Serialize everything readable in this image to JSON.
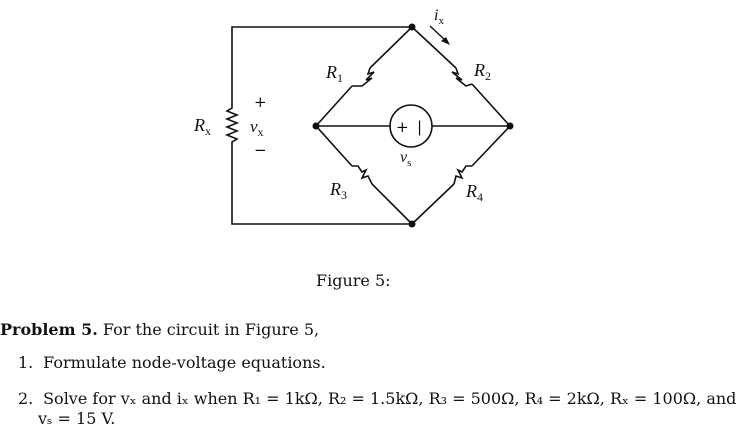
{
  "circuit": {
    "labels": {
      "R1": "R",
      "R1_sub": "1",
      "R2": "R",
      "R2_sub": "2",
      "R3": "R",
      "R3_sub": "3",
      "R4": "R",
      "R4_sub": "4",
      "Rx": "R",
      "Rx_sub": "x",
      "vx": "v",
      "vx_sub": "x",
      "vs": "v",
      "vs_sub": "s",
      "ix": "i",
      "ix_sub": "x",
      "plus": "+",
      "minus": "−",
      "src_plus": "+",
      "src_minus": "|"
    }
  },
  "caption": "Figure 5:",
  "problem": {
    "title": "Problem 5.",
    "intro": "For the circuit in Figure 5,",
    "item1_num": "1.",
    "item1_text": "Formulate node-voltage equations.",
    "item2_num": "2.",
    "item2_text": "Solve for vₓ and iₓ when R₁ = 1kΩ, R₂ = 1.5kΩ, R₃ = 500Ω, R₄ = 2kΩ, Rₓ = 100Ω, and",
    "item2_cont": "vₛ = 15 V."
  }
}
